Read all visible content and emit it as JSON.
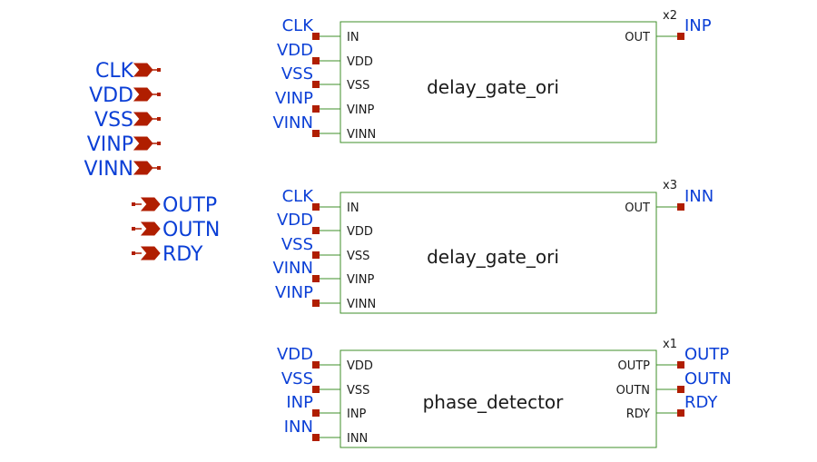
{
  "colors": {
    "wire": "#3f8f2a",
    "pin_marker": "#b01e00",
    "net_label": "#0b3fd6",
    "text": "#1a1a1a"
  },
  "ports": {
    "inputs": [
      "CLK",
      "VDD",
      "VSS",
      "VINP",
      "VINN"
    ],
    "outputs": [
      "OUTP",
      "OUTN",
      "RDY"
    ]
  },
  "blocks": [
    {
      "instance": "x2",
      "cell": "delay_gate_ori",
      "in_pins": [
        "IN",
        "VDD",
        "VSS",
        "VINP",
        "VINN"
      ],
      "in_nets": [
        "CLK",
        "VDD",
        "VSS",
        "VINP",
        "VINN"
      ],
      "out_pins": [
        "OUT"
      ],
      "out_nets": [
        "INP"
      ]
    },
    {
      "instance": "x3",
      "cell": "delay_gate_ori",
      "in_pins": [
        "IN",
        "VDD",
        "VSS",
        "VINP",
        "VINN"
      ],
      "in_nets": [
        "CLK",
        "VDD",
        "VSS",
        "VINN",
        "VINP"
      ],
      "out_pins": [
        "OUT"
      ],
      "out_nets": [
        "INN"
      ]
    },
    {
      "instance": "x1",
      "cell": "phase_detector",
      "in_pins": [
        "VDD",
        "VSS",
        "INP",
        "INN"
      ],
      "in_nets": [
        "VDD",
        "VSS",
        "INP",
        "INN"
      ],
      "out_pins": [
        "OUTP",
        "OUTN",
        "RDY"
      ],
      "out_nets": [
        "OUTP",
        "OUTN",
        "RDY"
      ]
    }
  ]
}
